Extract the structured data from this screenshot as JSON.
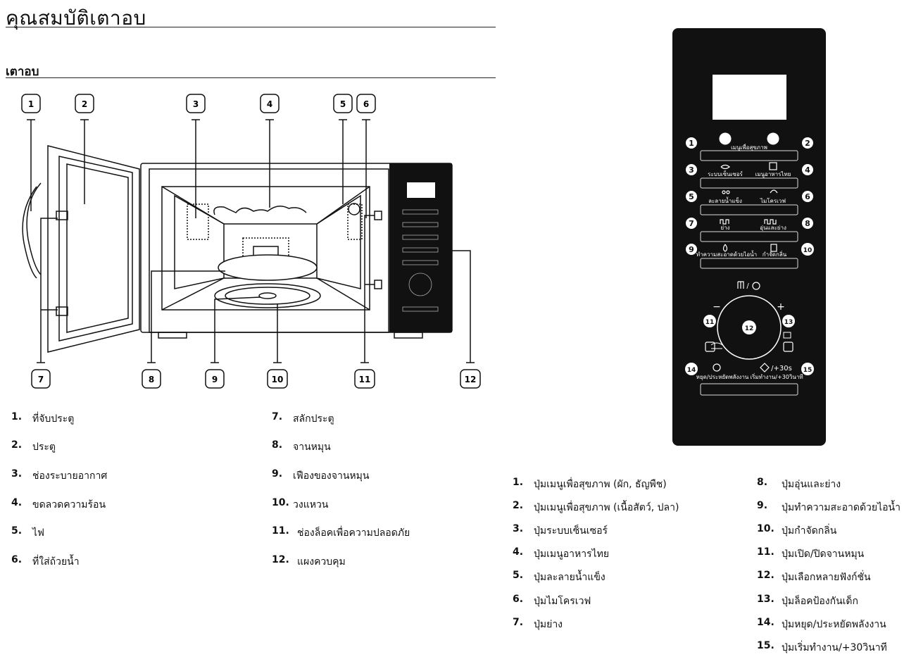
{
  "page": {
    "title": "คุณสมบัติเตาอบ",
    "section": "เตาอบ"
  },
  "oven_diagram": {
    "callouts": [
      "1",
      "2",
      "3",
      "4",
      "5",
      "6",
      "7",
      "8",
      "9",
      "10",
      "11",
      "12"
    ]
  },
  "oven_parts_left": [
    {
      "num": "1.",
      "label": "ที่จับประตู"
    },
    {
      "num": "2.",
      "label": "ประตู"
    },
    {
      "num": "3.",
      "label": "ช่องระบายอากาศ"
    },
    {
      "num": "4.",
      "label": "ขดลวดความร้อน"
    },
    {
      "num": "5.",
      "label": "ไฟ"
    },
    {
      "num": "6.",
      "label": "ที่ใส่ถ้วยน้ำ"
    }
  ],
  "oven_parts_right": [
    {
      "num": "7.",
      "label": "สลักประตู"
    },
    {
      "num": "8.",
      "label": "จานหมุน"
    },
    {
      "num": "9.",
      "label": "เฟืองของจานหมุน"
    },
    {
      "num": "10.",
      "label": "วงแหวน"
    },
    {
      "num": "11.",
      "label": "ช่องล็อคเพื่อความปลอดภัย"
    },
    {
      "num": "12.",
      "label": "แผงควบคุม"
    }
  ],
  "control_panel": {
    "button_labels": [
      "เมนูเพื่อสุขภาพ",
      "ระบบเซ็นเซอร์",
      "เมนูอาหารไทย",
      "ละลายน้ำแข็ง",
      "ไมโครเวฟ",
      "ย่าง",
      "อุ่นและย่าง",
      "ทำความสะอาดด้วยไอน้ำ",
      "กำจัดกลิ่น",
      "หยุด/ประหยัดพลังงาน",
      "เริ่มทำงาน/+30วินาที"
    ],
    "dial_minus": "−",
    "dial_plus": "+",
    "start_icon_label": "/+30s",
    "callouts": [
      "1",
      "2",
      "3",
      "4",
      "5",
      "6",
      "7",
      "8",
      "9",
      "10",
      "11",
      "12",
      "13",
      "14",
      "15"
    ]
  },
  "panel_buttons_left": [
    {
      "num": "1.",
      "label": "ปุ่มเมนูเพื่อสุขภาพ (ผัก, ธัญพืช)"
    },
    {
      "num": "2.",
      "label": "ปุ่มเมนูเพื่อสุขภาพ (เนื้อสัตว์, ปลา)"
    },
    {
      "num": "3.",
      "label": "ปุ่มระบบเซ็นเซอร์"
    },
    {
      "num": "4.",
      "label": "ปุ่มเมนูอาหารไทย"
    },
    {
      "num": "5.",
      "label": "ปุ่มละลายน้ำแข็ง"
    },
    {
      "num": "6.",
      "label": "ปุ่มไมโครเวฟ"
    },
    {
      "num": "7.",
      "label": "ปุ่มย่าง"
    }
  ],
  "panel_buttons_right": [
    {
      "num": "8.",
      "label": "ปุ่มอุ่นและย่าง"
    },
    {
      "num": "9.",
      "label": "ปุ่มทำความสะอาดด้วยไอน้ำ"
    },
    {
      "num": "10.",
      "label": "ปุ่มกำจัดกลิ่น"
    },
    {
      "num": "11.",
      "label": "ปุ่มเปิด/ปิดจานหมุน"
    },
    {
      "num": "12.",
      "label": "ปุ่มเลือกหลายฟังก์ชั่น"
    },
    {
      "num": "13.",
      "label": "ปุ่มล็อคป้องกันเด็ก"
    },
    {
      "num": "14.",
      "label": "ปุ่มหยุด/ประหยัดพลังงาน"
    },
    {
      "num": "15.",
      "label": "ปุ่มเริ่มทำงาน/+30วินาที"
    }
  ]
}
